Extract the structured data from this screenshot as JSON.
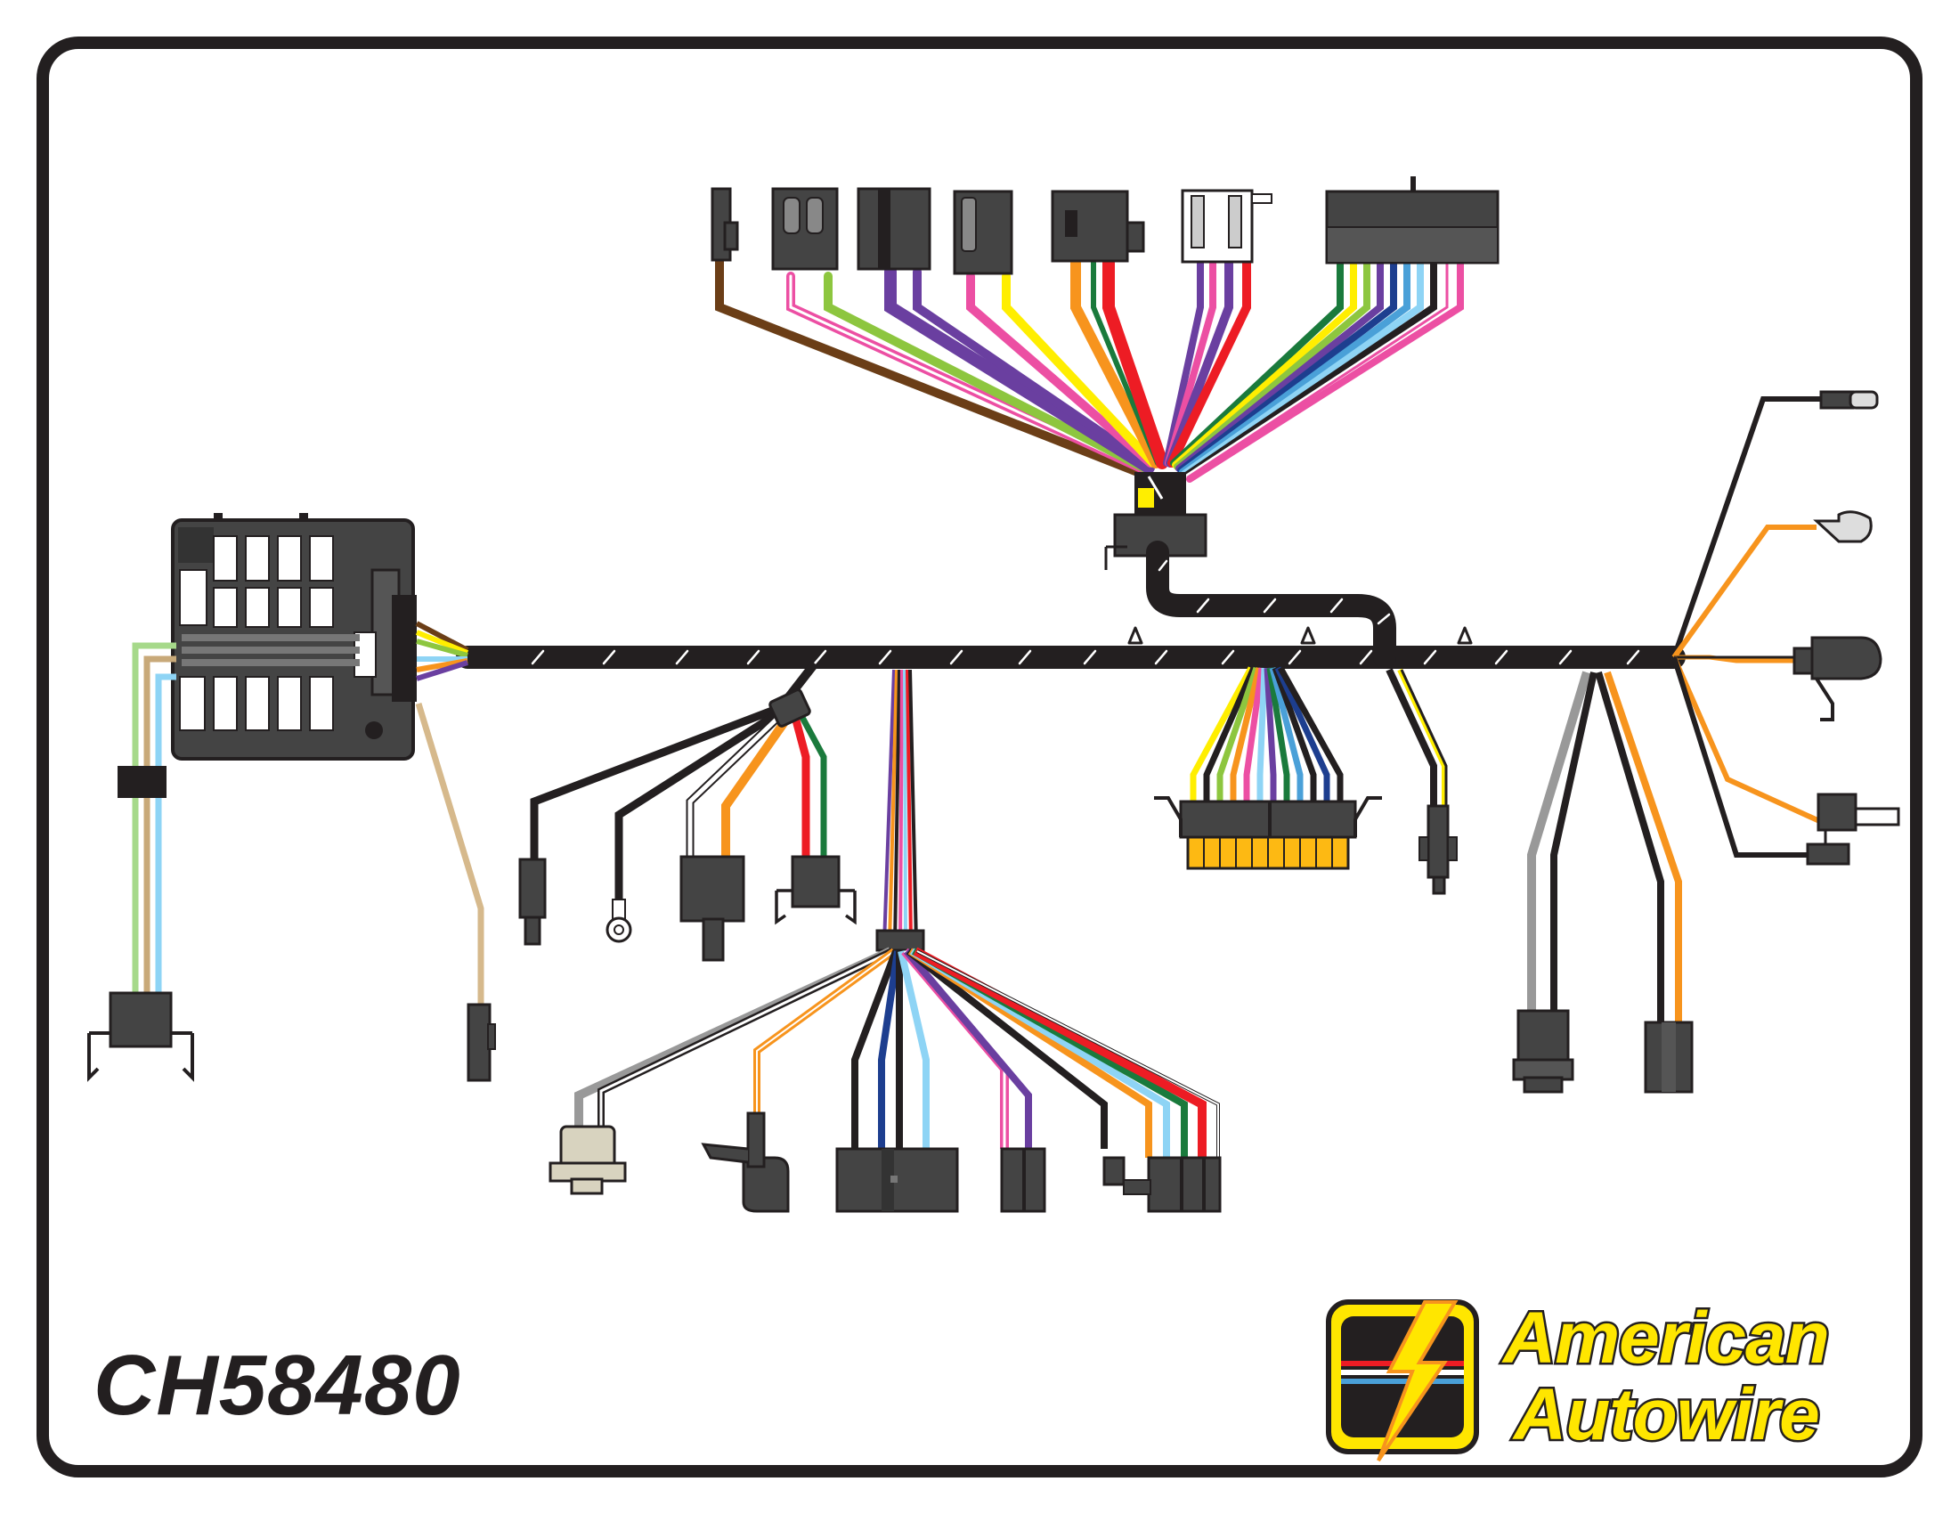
{
  "part_number": "CH58480",
  "brand": {
    "line1": "American",
    "line2": "Autowire"
  },
  "colors": {
    "harness": "#231f20",
    "connector": "#444444",
    "brand_yellow": "#ffe600",
    "frame": "#231f20"
  }
}
